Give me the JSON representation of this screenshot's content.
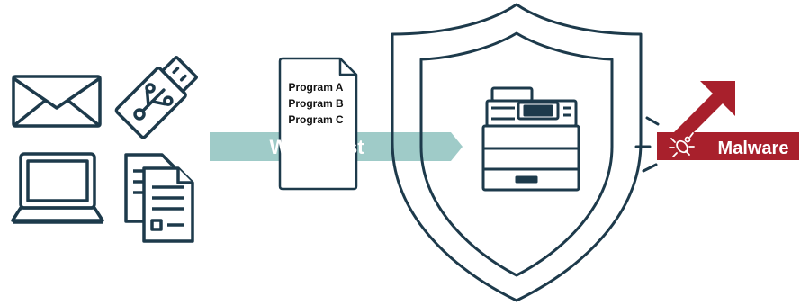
{
  "whitelist": {
    "programs": [
      "Program A",
      "Program B",
      "Program C"
    ],
    "label": "White List"
  },
  "malware": {
    "label": "Malware"
  },
  "colors": {
    "outline": "#1d3a4b",
    "teal": "#9fcbc8",
    "malware_red": "#a8202c",
    "paper": "#ffffff"
  },
  "icons": [
    "email-icon",
    "usb-drive-icon",
    "laptop-icon",
    "documents-icon",
    "whitelist-document-icon",
    "shield-icon",
    "printer-icon",
    "bug-icon",
    "alert-lines-icon"
  ]
}
